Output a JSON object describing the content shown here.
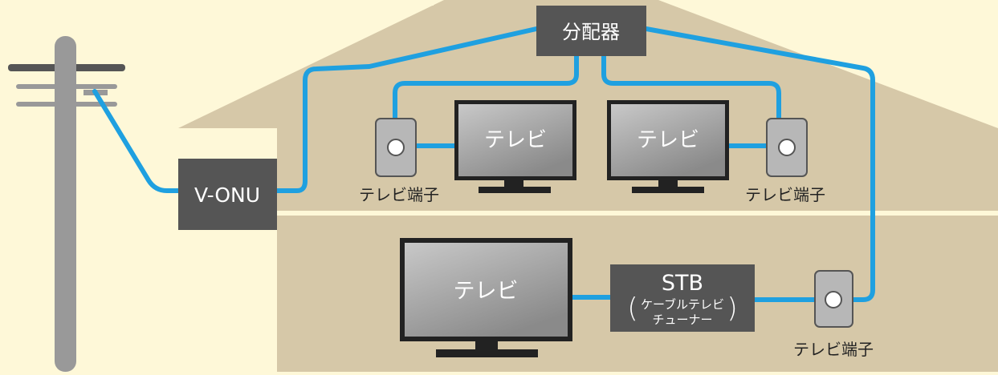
{
  "splitter": {
    "label": "分配器"
  },
  "onu": {
    "label": "V-ONU"
  },
  "tv_upper_left": {
    "label": "テレビ"
  },
  "tv_upper_right": {
    "label": "テレビ"
  },
  "tv_lower": {
    "label": "テレビ"
  },
  "stb": {
    "label": "STB",
    "sub_line1": "ケーブルテレビ",
    "sub_line2": "チューナー"
  },
  "jack_upper_left": {
    "label": "テレビ端子"
  },
  "jack_upper_right": {
    "label": "テレビ端子"
  },
  "jack_lower": {
    "label": "テレビ端子"
  },
  "colors": {
    "background": "#fef8d8",
    "house": "#d6c8a8",
    "cable": "#1fa0e0",
    "box": "#555555",
    "pole": "#999999"
  }
}
